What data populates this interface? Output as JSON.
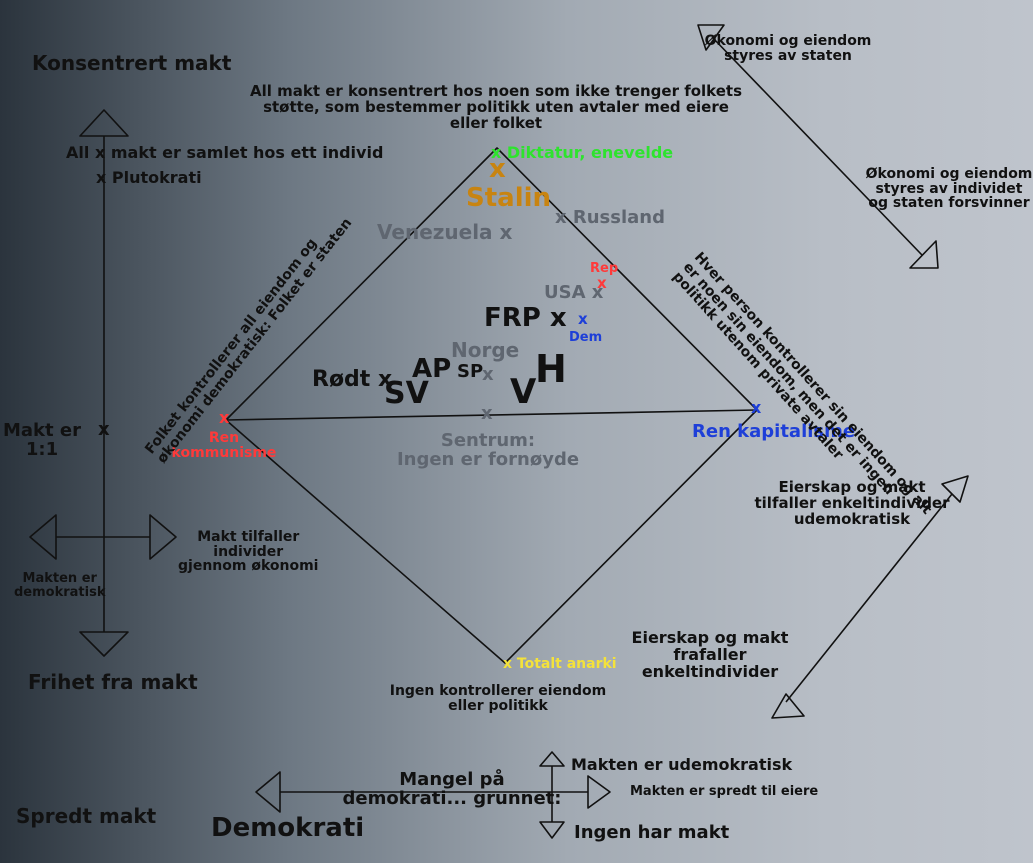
{
  "left_axis": {
    "top_label": "Konsentrert makt",
    "bottom_label": "Frihet fra makt",
    "one_to_one": "Makt er\n1:1",
    "spread": "Spredt makt",
    "all_power": "All",
    "all_power_rest": "makt er samlet hos ett individ",
    "plutocracy": "x Plutokrati",
    "marker_x": "x",
    "economy_power": "Makt tilfaller\nindivider\ngjennom økonomi",
    "democratic_power": "Makten er\ndemokratisk"
  },
  "diamond": {
    "top_note": "All makt er konsentrert hos noen som ikke trenger folkets\nstøtte, som bestemmer politikk uten avtaler med eiere\neller folket",
    "dictatorship": "x Diktatur, enevelde",
    "stalin_x": "x",
    "stalin": "Stalin",
    "russia": "x Russland",
    "venezuela": "Venezuela x",
    "usa": "USA x",
    "rep": "Rep",
    "rep_x": "x",
    "dem_x": "x",
    "dem": "Dem",
    "frp": "FRP x",
    "norge": "Norge",
    "sp": "SP",
    "sp_x": "x",
    "rodt": "Rødt x",
    "sv": "SV",
    "ap": "AP",
    "v": "V",
    "h": "H",
    "center_x": "x",
    "center": "Sentrum:\nIngen er fornøyde",
    "left_x": "x",
    "left_label": "Ren\nkommunisme",
    "right_x": "x",
    "right_label": "Ren kapitalisme",
    "anarchy": "x Totalt anarki",
    "bottom_note": "Ingen kontrollerer eiendom\neller politikk",
    "left_slant": "Folket kontrollerer all eiendom og\nøkonomi demokratisk: Folket er staten",
    "right_slant": "Hver person kontrollerer sin eiendom og alt\ner noen sin eiendom, men det er ingen\npolitikk utenom private avtaler"
  },
  "right_axes": {
    "state_owns": "Økonomi og eiendom\nstyres av staten",
    "state_vanishes": "Økonomi og eiendom\nstyres av individet\nog staten forsvinner",
    "undemocratic_owners": "Eierskap og makt\ntilfaller enkeltindivider\nudemokratisk",
    "owners_fall_away": "Eierskap og makt\nfrafaller\nenkeltindivider"
  },
  "bottom_axes": {
    "lack_of_democracy": "Mangel på\ndemokrati... grunnet:",
    "democracy": "Demokrati",
    "undemocratic": "Makten er udemokratisk",
    "spread_owners": "Makten er spredt til eiere",
    "nobody_power": "Ingen har makt"
  },
  "colors": {
    "communism": "#ff3a3a",
    "capitalism": "#1e3fd8",
    "dictatorship": "#2ee32e",
    "anarchy": "#f4e23a",
    "stalin": "#c88411",
    "gray_text": "#5f6670"
  }
}
